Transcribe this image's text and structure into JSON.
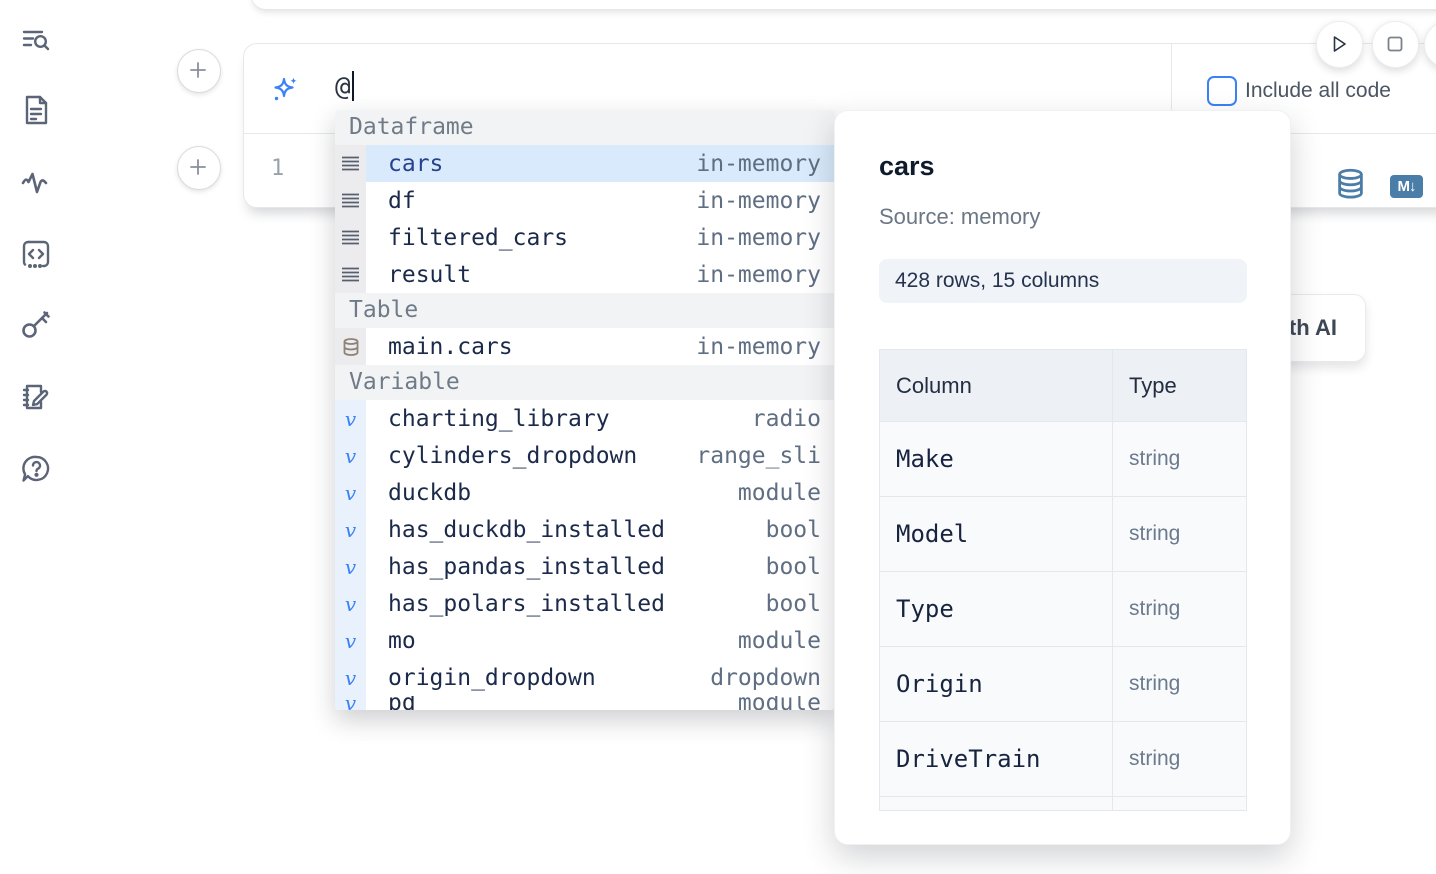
{
  "colors": {
    "accent_blue": "#3b82f6",
    "steel_blue": "#4a7da8",
    "selection_blue": "#d8eafb",
    "table_icon_taupe": "#8d8275"
  },
  "sidebar": {
    "icons": [
      "list-search-icon",
      "file-text-icon",
      "activity-icon",
      "snippets-icon",
      "key-icon",
      "scratchpad-icon",
      "help-icon"
    ],
    "help_glyph": "?"
  },
  "prompt": {
    "value": "@",
    "include_all_code_label": "Include all code",
    "checkbox_checked": false
  },
  "cell": {
    "line_number": "1",
    "markdown_badge": "M↓"
  },
  "genai": {
    "label": "Generate with AI"
  },
  "autocomplete": {
    "sections": [
      {
        "label": "Dataframe",
        "items": [
          {
            "name": "cars",
            "type": "in-memory"
          },
          {
            "name": "df",
            "type": "in-memory"
          },
          {
            "name": "filtered_cars",
            "type": "in-memory"
          },
          {
            "name": "result",
            "type": "in-memory"
          }
        ]
      },
      {
        "label": "Table",
        "items": [
          {
            "name": "main.cars",
            "type": "in-memory"
          }
        ]
      },
      {
        "label": "Variable",
        "items": [
          {
            "name": "charting_library",
            "type": "radio"
          },
          {
            "name": "cylinders_dropdown",
            "type": "range_sli"
          },
          {
            "name": "duckdb",
            "type": "module"
          },
          {
            "name": "has_duckdb_installed",
            "type": "bool"
          },
          {
            "name": "has_pandas_installed",
            "type": "bool"
          },
          {
            "name": "has_polars_installed",
            "type": "bool"
          },
          {
            "name": "mo",
            "type": "module"
          },
          {
            "name": "origin_dropdown",
            "type": "dropdown"
          },
          {
            "name": "pd",
            "type": "module"
          }
        ]
      }
    ]
  },
  "preview": {
    "title": "cars",
    "source": "Source: memory",
    "shape": "428 rows, 15 columns",
    "table": {
      "headers": [
        "Column",
        "Type"
      ],
      "rows": [
        {
          "column": "Make",
          "type": "string"
        },
        {
          "column": "Model",
          "type": "string"
        },
        {
          "column": "Type",
          "type": "string"
        },
        {
          "column": "Origin",
          "type": "string"
        },
        {
          "column": "DriveTrain",
          "type": "string"
        }
      ]
    }
  }
}
